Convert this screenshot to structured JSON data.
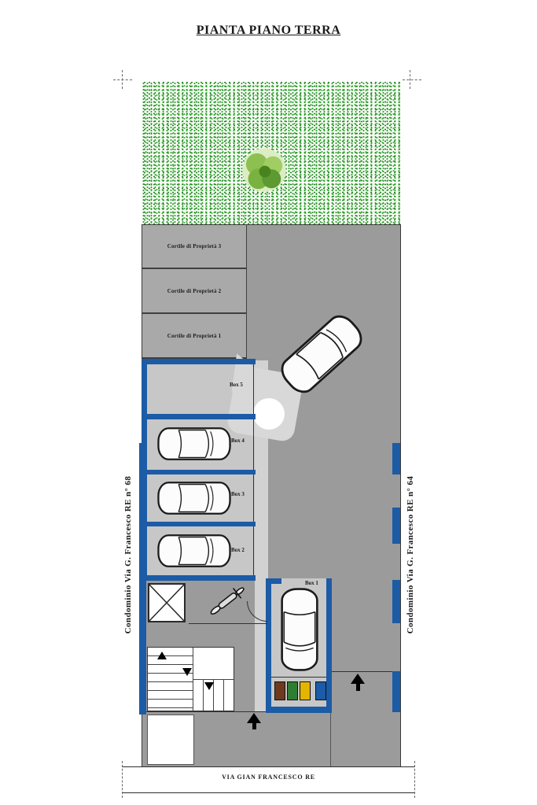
{
  "title": "PIANTA PIANO TERRA",
  "street_label": "VIA GIAN FRANCESCO RE",
  "side_labels": {
    "left": "Condominio Via G. Francesco RE n° 68",
    "right": "Condominio Via G. Francesco RE n° 64"
  },
  "rooms": {
    "cortile_3": "Cortile di Proprietà 3",
    "cortile_2": "Cortile di Proprietà 2",
    "cortile_1": "Cortile di Proprietà 1",
    "box_5": "Box 5",
    "box_4": "Box 4",
    "box_3": "Box 3",
    "box_2": "Box 2",
    "box_1": "Box 1"
  },
  "colors": {
    "wall": "#1c5ba6",
    "floor": "#9b9b9b",
    "room_mid": "#a9a9a9",
    "room_light": "#c7c7c7",
    "lane": "#d2d2d2",
    "garden": "#2fa32f",
    "bins": [
      "#6e3a1e",
      "#2e7d32",
      "#e3b400",
      "#1c5ba6"
    ]
  }
}
